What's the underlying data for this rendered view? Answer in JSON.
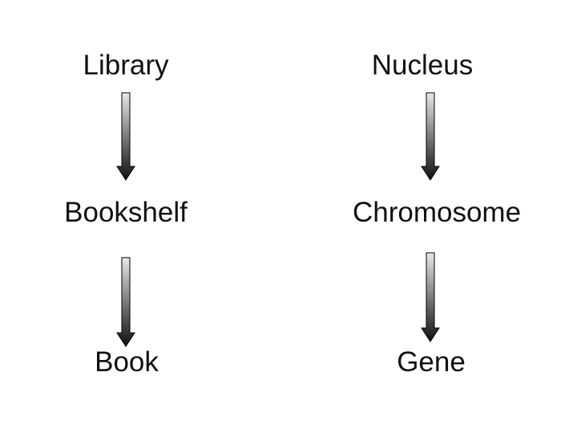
{
  "diagram": {
    "left_column": {
      "top": "Library",
      "middle": "Bookshelf",
      "bottom": "Book"
    },
    "right_column": {
      "top": "Nucleus",
      "middle": "Chromosome",
      "bottom": "Gene"
    }
  },
  "colors": {
    "text": "#111111",
    "arrow_light": "#e8e8e8",
    "arrow_dark": "#101010",
    "background": "#ffffff"
  },
  "icons": [
    "down-arrow-icon"
  ]
}
